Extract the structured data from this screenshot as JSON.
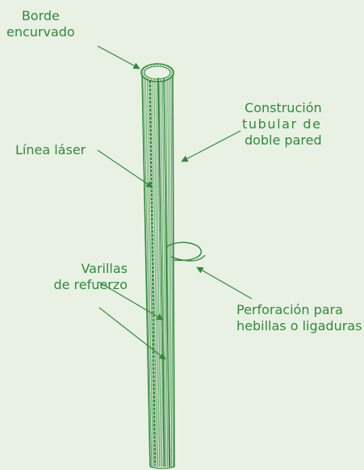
{
  "colors": {
    "background": "#e9f1e4",
    "ink": "#2f8a3a",
    "label": "#2f8a3a"
  },
  "labels": {
    "borde": {
      "line1": "Borde",
      "line2": "encurvado"
    },
    "construccion": {
      "line1": "Construción",
      "line2": "tubular de",
      "line3": "doble pared"
    },
    "linea": {
      "line1": "Línea láser"
    },
    "varillas": {
      "line1": "Varillas",
      "line2": "de refuerzo"
    },
    "perforacion": {
      "line1": "Perforación para",
      "line2": "hebillas o ligaduras"
    }
  }
}
